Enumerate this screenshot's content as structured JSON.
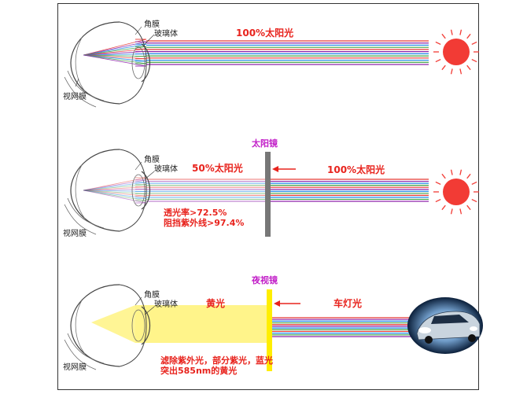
{
  "panel1": {
    "sun_label": "100%太阳光",
    "cornea_label": "角膜",
    "vitreous_label": "玻璃体",
    "retina_label": "视网膜"
  },
  "panel2": {
    "lens_label": "太阳镜",
    "left_label": "50%太阳光",
    "right_label": "100%太阳光",
    "cornea_label": "角膜",
    "vitreous_label": "玻璃体",
    "retina_label": "视网膜",
    "note_line1": "透光率>72.5%",
    "note_line2": "阻挡紫外线>97.4%"
  },
  "panel3": {
    "lens_label": "夜视镜",
    "left_label": "黄光",
    "right_label": "车灯光",
    "cornea_label": "角膜",
    "vitreous_label": "玻璃体",
    "retina_label": "视网膜",
    "note_line1": "滤除紫外光，部分紫光，蓝光",
    "note_line2": "突出585nm的黄光"
  },
  "colors": {
    "label_red": "#e8231d",
    "label_magenta": "#c21fc8",
    "sun": "#f23b35",
    "sunglass": "#777777",
    "nightglass": "#ffee00",
    "yellow_beam": "#fff48a"
  }
}
